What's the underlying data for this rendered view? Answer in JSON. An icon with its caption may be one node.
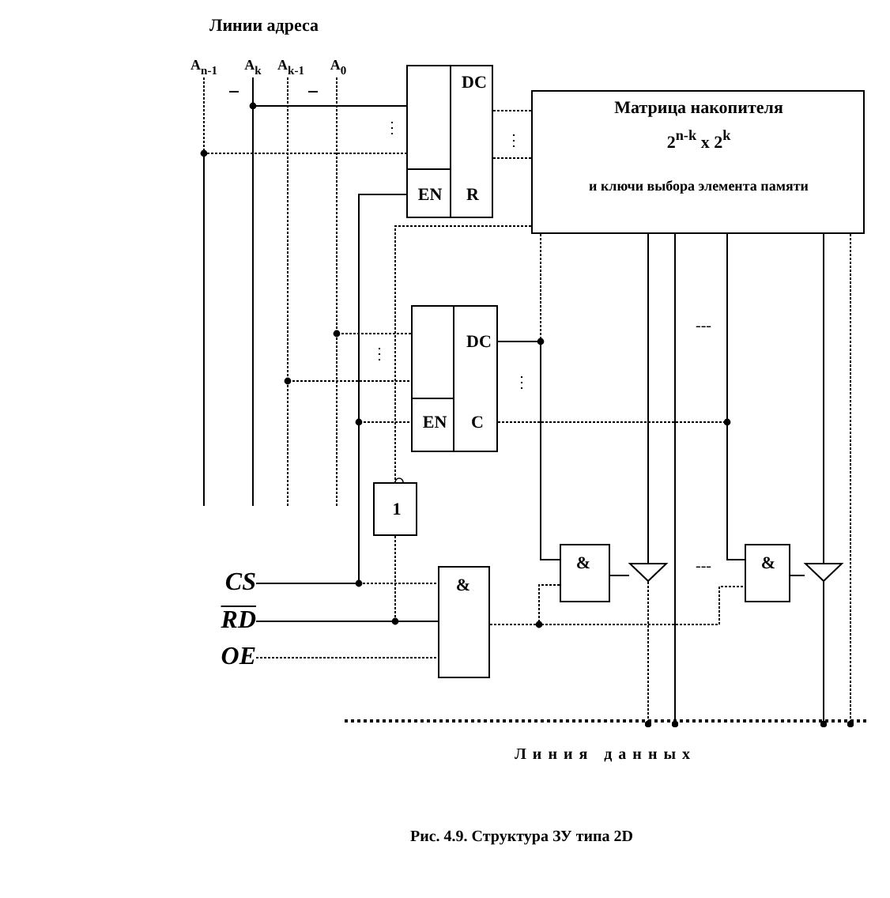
{
  "diagram": {
    "title": "Линии адреса",
    "caption": "Рис. 4.9.  Структура ЗУ типа 2D",
    "nodes": [
      {
        "text": [
          "A$_{n-1}$"
        ]
      },
      {
        "text": [
          "A$_{k}$"
        ]
      },
      {
        "text": [
          "A$_{k-1}$"
        ]
      },
      {
        "text": [
          "A$_{0}$"
        ]
      },
      {
        "text": [
          "DC",
          "EN",
          "R"
        ]
      },
      {
        "text": [
          "Матрица накопителя",
          "2$^{n-k}$ x 2$^{k}$",
          "и ключи выбора элемента памяти"
        ]
      },
      {
        "text": [
          "DC",
          "EN",
          "C"
        ]
      },
      {
        "text": [
          "1"
        ]
      },
      {
        "text": [
          "CS"
        ]
      },
      {
        "text": [
          "RD"
        ]
      },
      {
        "text": [
          "OE"
        ]
      },
      {
        "text": [
          "&"
        ]
      },
      {
        "text": [
          "&"
        ]
      },
      {
        "text": [],
        "shape": "triangle"
      },
      {
        "text": [
          "&"
        ]
      },
      {
        "text": [],
        "shape": "triangle"
      },
      {
        "text": [],
        "shape": "bar",
        "beside": [
          "Линия данных"
        ]
      }
    ],
    "edges": [
      {
        "from": 0,
        "to": 4,
        "arrow": "none",
        "style": "dashed"
      },
      {
        "from": 1,
        "to": 4,
        "arrow": "none"
      },
      {
        "from": 2,
        "to": 6,
        "arrow": "none",
        "style": "dashed"
      },
      {
        "from": 3,
        "to": 6,
        "arrow": "none",
        "style": "dashed"
      },
      {
        "from": 4,
        "to": 5,
        "arrow": "none",
        "style": "dashed"
      },
      {
        "from": 4,
        "to": 5,
        "arrow": "none",
        "style": "dashed"
      },
      {
        "from": 8,
        "to": 4,
        "arrow": "none"
      },
      {
        "from": 8,
        "to": 6,
        "arrow": "none",
        "style": "dashed"
      },
      {
        "from": 8,
        "to": 11,
        "arrow": "none",
        "style": "dashed"
      },
      {
        "from": 9,
        "to": 11,
        "arrow": "none"
      },
      {
        "from": 10,
        "to": 11,
        "arrow": "none",
        "style": "dashed"
      },
      {
        "from": 5,
        "to": 7,
        "arrow": "other",
        "style": "dashed"
      },
      {
        "from": 7,
        "to": 11,
        "arrow": "none",
        "style": "dashed"
      },
      {
        "from": 11,
        "to": 12,
        "arrow": "none",
        "style": "dashed"
      },
      {
        "from": 11,
        "to": 14,
        "arrow": "none",
        "style": "dashed"
      },
      {
        "from": 6,
        "to": 12,
        "arrow": "none"
      },
      {
        "from": 6,
        "to": 14,
        "arrow": "none",
        "style": "dashed"
      },
      {
        "from": 5,
        "to": 12,
        "arrow": "none",
        "style": "dashed"
      },
      {
        "from": 5,
        "to": 14,
        "arrow": "none"
      },
      {
        "from": 12,
        "to": 13,
        "arrow": "none"
      },
      {
        "from": 5,
        "to": 13,
        "arrow": "none"
      },
      {
        "from": 13,
        "to": 16,
        "arrow": "other",
        "style": "dashed"
      },
      {
        "from": 5,
        "to": 16,
        "arrow": "other"
      },
      {
        "from": 14,
        "to": 15,
        "arrow": "none"
      },
      {
        "from": 5,
        "to": 15,
        "arrow": "none"
      },
      {
        "from": 15,
        "to": 16,
        "arrow": "other"
      },
      {
        "from": 5,
        "to": 16,
        "arrow": "other",
        "style": "dashed"
      }
    ],
    "labels": [
      "⋮",
      "⋮",
      "⋮",
      "⋮",
      "---",
      "---"
    ]
  }
}
